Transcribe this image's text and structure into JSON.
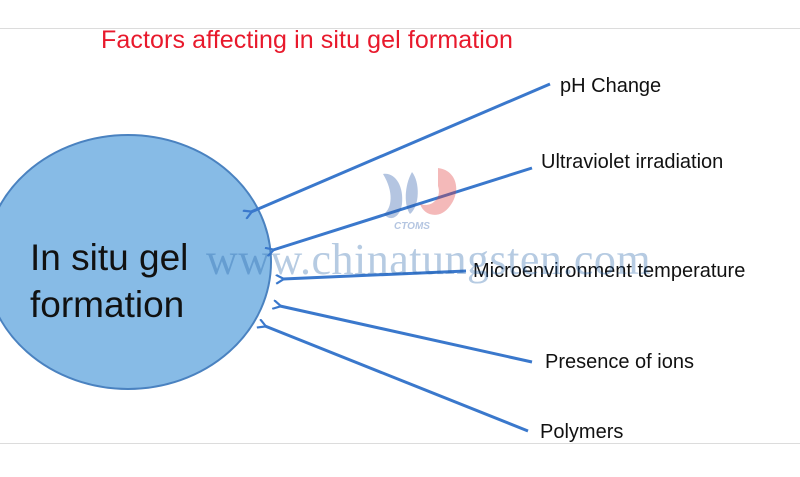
{
  "title": "Factors affecting in situ gel formation",
  "center": {
    "line1": "In situ gel",
    "line2": "formation"
  },
  "factors": [
    "pH Change",
    "Ultraviolet irradiation",
    "Microenvironment temperature",
    "Presence of ions",
    "Polymers"
  ],
  "watermark": {
    "url": "www.chinatungsten.com",
    "logo_text": "CTOMS"
  },
  "colors": {
    "title": "#e8192c",
    "circle_fill": "#87bbe6",
    "circle_stroke": "#4a82c0",
    "arrow": "#3a78cc",
    "text": "#111111",
    "watermark": "#1f5fa8"
  }
}
